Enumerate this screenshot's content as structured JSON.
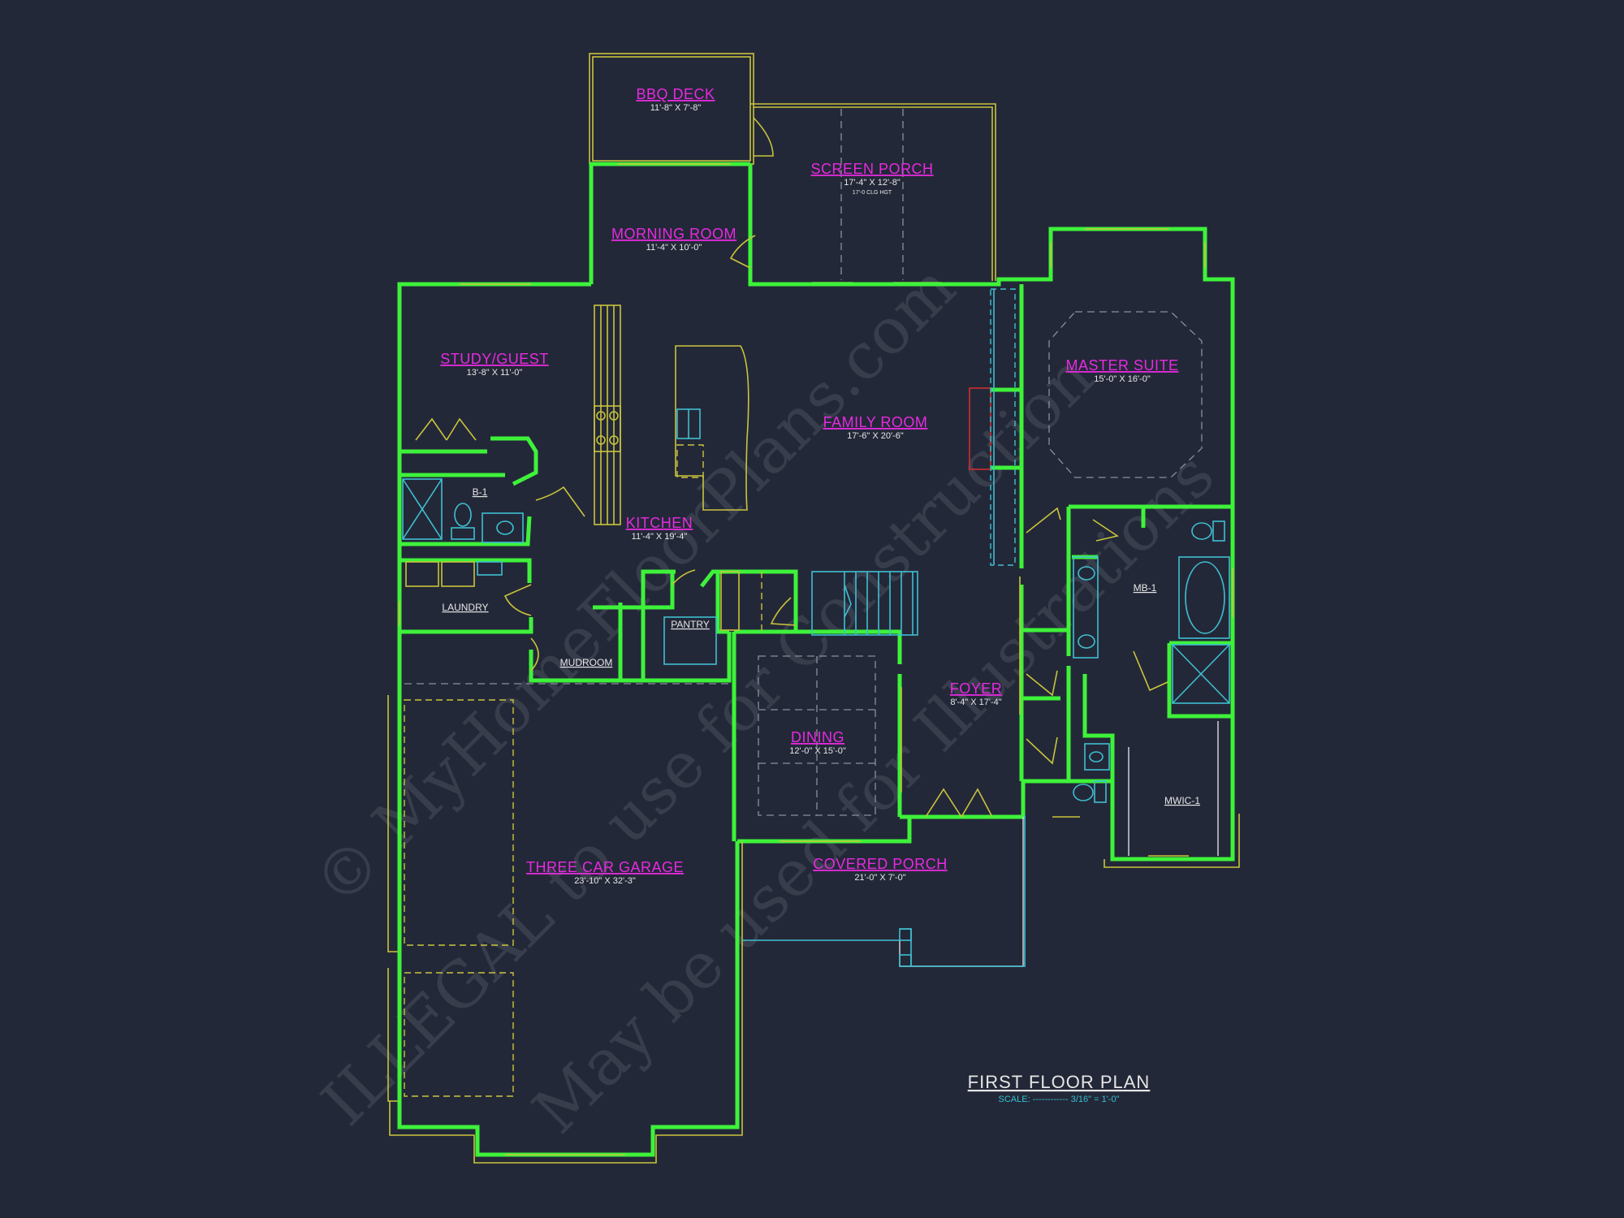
{
  "rooms": {
    "bbq_deck": {
      "name": "BBQ DECK",
      "dim": "11'-8\" X 7'-8\""
    },
    "screen_porch": {
      "name": "SCREEN PORCH",
      "dim": "17'-4\" X 12'-8\"",
      "note": "17'-0 CLG HGT"
    },
    "morning_room": {
      "name": "MORNING ROOM",
      "dim": "11'-4\" X 10'-0\""
    },
    "study_guest": {
      "name": "STUDY/GUEST",
      "dim": "13'-8\" X 11'-0\""
    },
    "family_room": {
      "name": "FAMILY ROOM",
      "dim": "17'-6\" X 20'-6\""
    },
    "master_suite": {
      "name": "MASTER SUITE",
      "dim": "15'-0\" X 16'-0\""
    },
    "kitchen": {
      "name": "KITCHEN",
      "dim": "11'-4\" X 19'-4\""
    },
    "b1": {
      "name": "B-1"
    },
    "mb1": {
      "name": "MB-1"
    },
    "laundry": {
      "name": "LAUNDRY"
    },
    "pantry": {
      "name": "PANTRY"
    },
    "mudroom": {
      "name": "MUDROOM"
    },
    "foyer": {
      "name": "FOYER",
      "dim": "8'-4\" X 17'-4\""
    },
    "dining": {
      "name": "DINING",
      "dim": "12'-0\" X 15'-0\""
    },
    "mwic1": {
      "name": "MWIC-1"
    },
    "garage": {
      "name": "THREE CAR GARAGE",
      "dim": "23'-10\" X 32'-3\""
    },
    "covered_porch": {
      "name": "COVERED PORCH",
      "dim": "21'-0\" X 7'-0\""
    }
  },
  "title_block": {
    "title": "FIRST FLOOR PLAN",
    "scale": "SCALE: ------------ 3/16\" = 1'-0\""
  },
  "watermark": {
    "line1": "© MyHomeFloorPlans.com",
    "line2": "ILLEGAL to use for Construction",
    "line3": "May be used for Illustrations"
  },
  "colors": {
    "background": "#232838",
    "walls": "#3ef23a",
    "room_labels": "#e72ae0",
    "fixtures": "#3fbfd0",
    "outlines": "#c9c43c"
  }
}
